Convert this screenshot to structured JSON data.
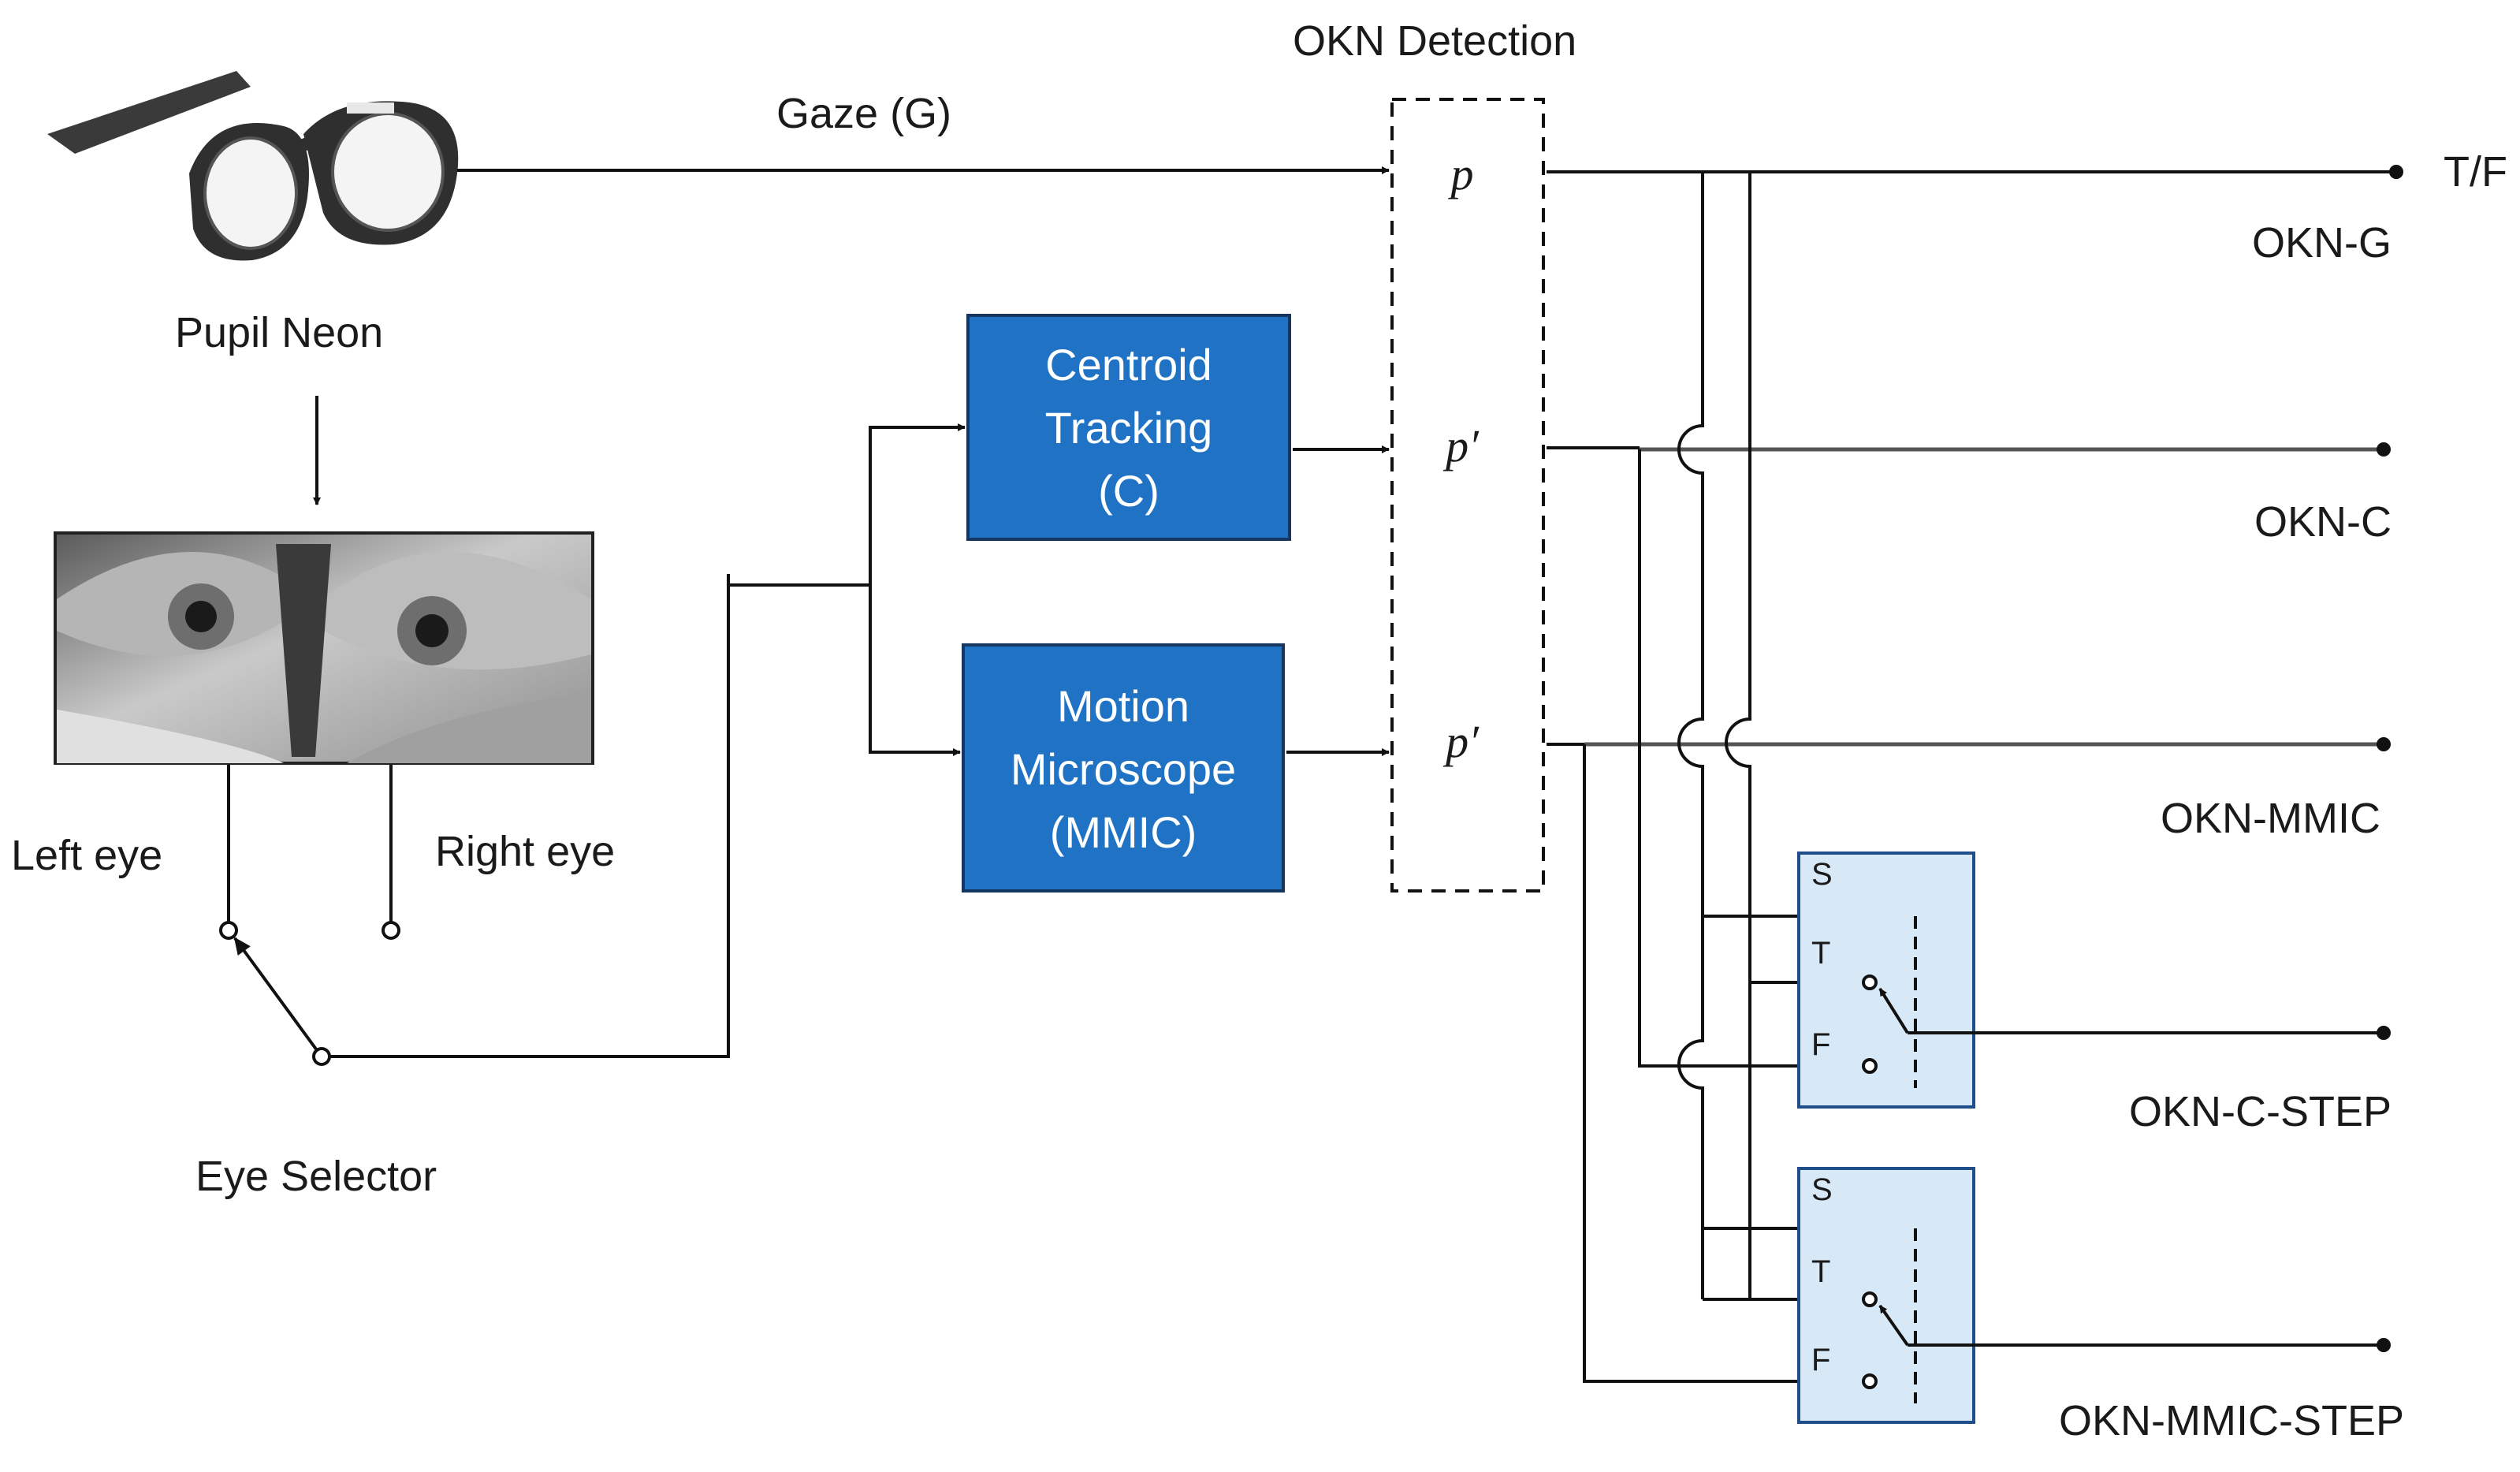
{
  "title": "OKN Detection",
  "gaze_label": "Gaze (G)",
  "device_label": "Pupil Neon",
  "left_eye_label": "Left eye",
  "right_eye_label": "Right eye",
  "eye_selector_label": "Eye Selector",
  "blocks": {
    "centroid": [
      "Centroid",
      "Tracking",
      "(C)"
    ],
    "mmic": [
      "Motion",
      "Microscope",
      "(MMIC)"
    ]
  },
  "detector_inputs": [
    "p",
    "p′",
    "p′"
  ],
  "output_tf": "T/F",
  "outputs": [
    "OKN-G",
    "OKN-C",
    "OKN-MMIC",
    "OKN-C-STEP",
    "OKN-MMIC-STEP"
  ],
  "switch_labels": [
    "S",
    "T",
    "F"
  ],
  "colors": {
    "block_fill": "#1f72c4",
    "switch_fill": "#d7e8f6",
    "switch_border": "#1f4e8a"
  },
  "icons": [
    "eyeglasses-icon",
    "eye-camera-image"
  ]
}
